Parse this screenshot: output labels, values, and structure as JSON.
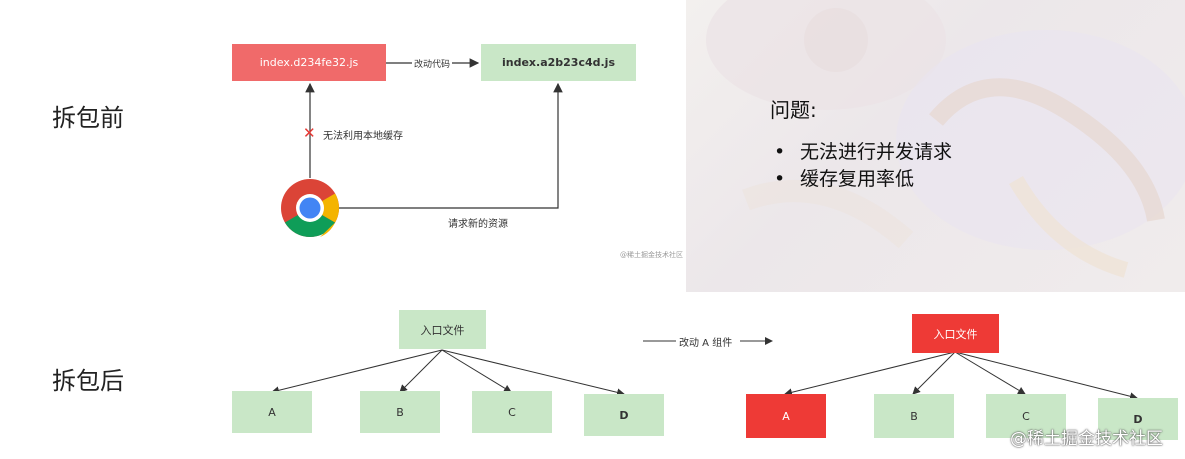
{
  "labels": {
    "before": "拆包前",
    "after": "拆包后"
  },
  "top_diagram": {
    "old_file": "index.d234fe32.js",
    "new_file": "index.a2b23c4d.js",
    "change_label": "改动代码",
    "cache_fail_label": "无法利用本地缓存",
    "request_label": "请求新的资源",
    "source_mark": "@稀土掘金技术社区"
  },
  "issues": {
    "title": "问题:",
    "items": [
      "无法进行并发请求",
      "缓存复用率低"
    ]
  },
  "bottom_left": {
    "entry": "入口文件",
    "modules": [
      "A",
      "B",
      "C",
      "D"
    ]
  },
  "bottom_middle": {
    "change_label": "改动 A 组件"
  },
  "bottom_right": {
    "entry": "入口文件",
    "modules": [
      "A",
      "B",
      "C",
      "D"
    ]
  },
  "footer": {
    "watermark": "@稀土掘金技术社区"
  },
  "colors": {
    "green_box": "#c9e7c7",
    "red_box": "#f06a6a",
    "red_changed": "#ee3a36",
    "cross": "#e53935"
  }
}
